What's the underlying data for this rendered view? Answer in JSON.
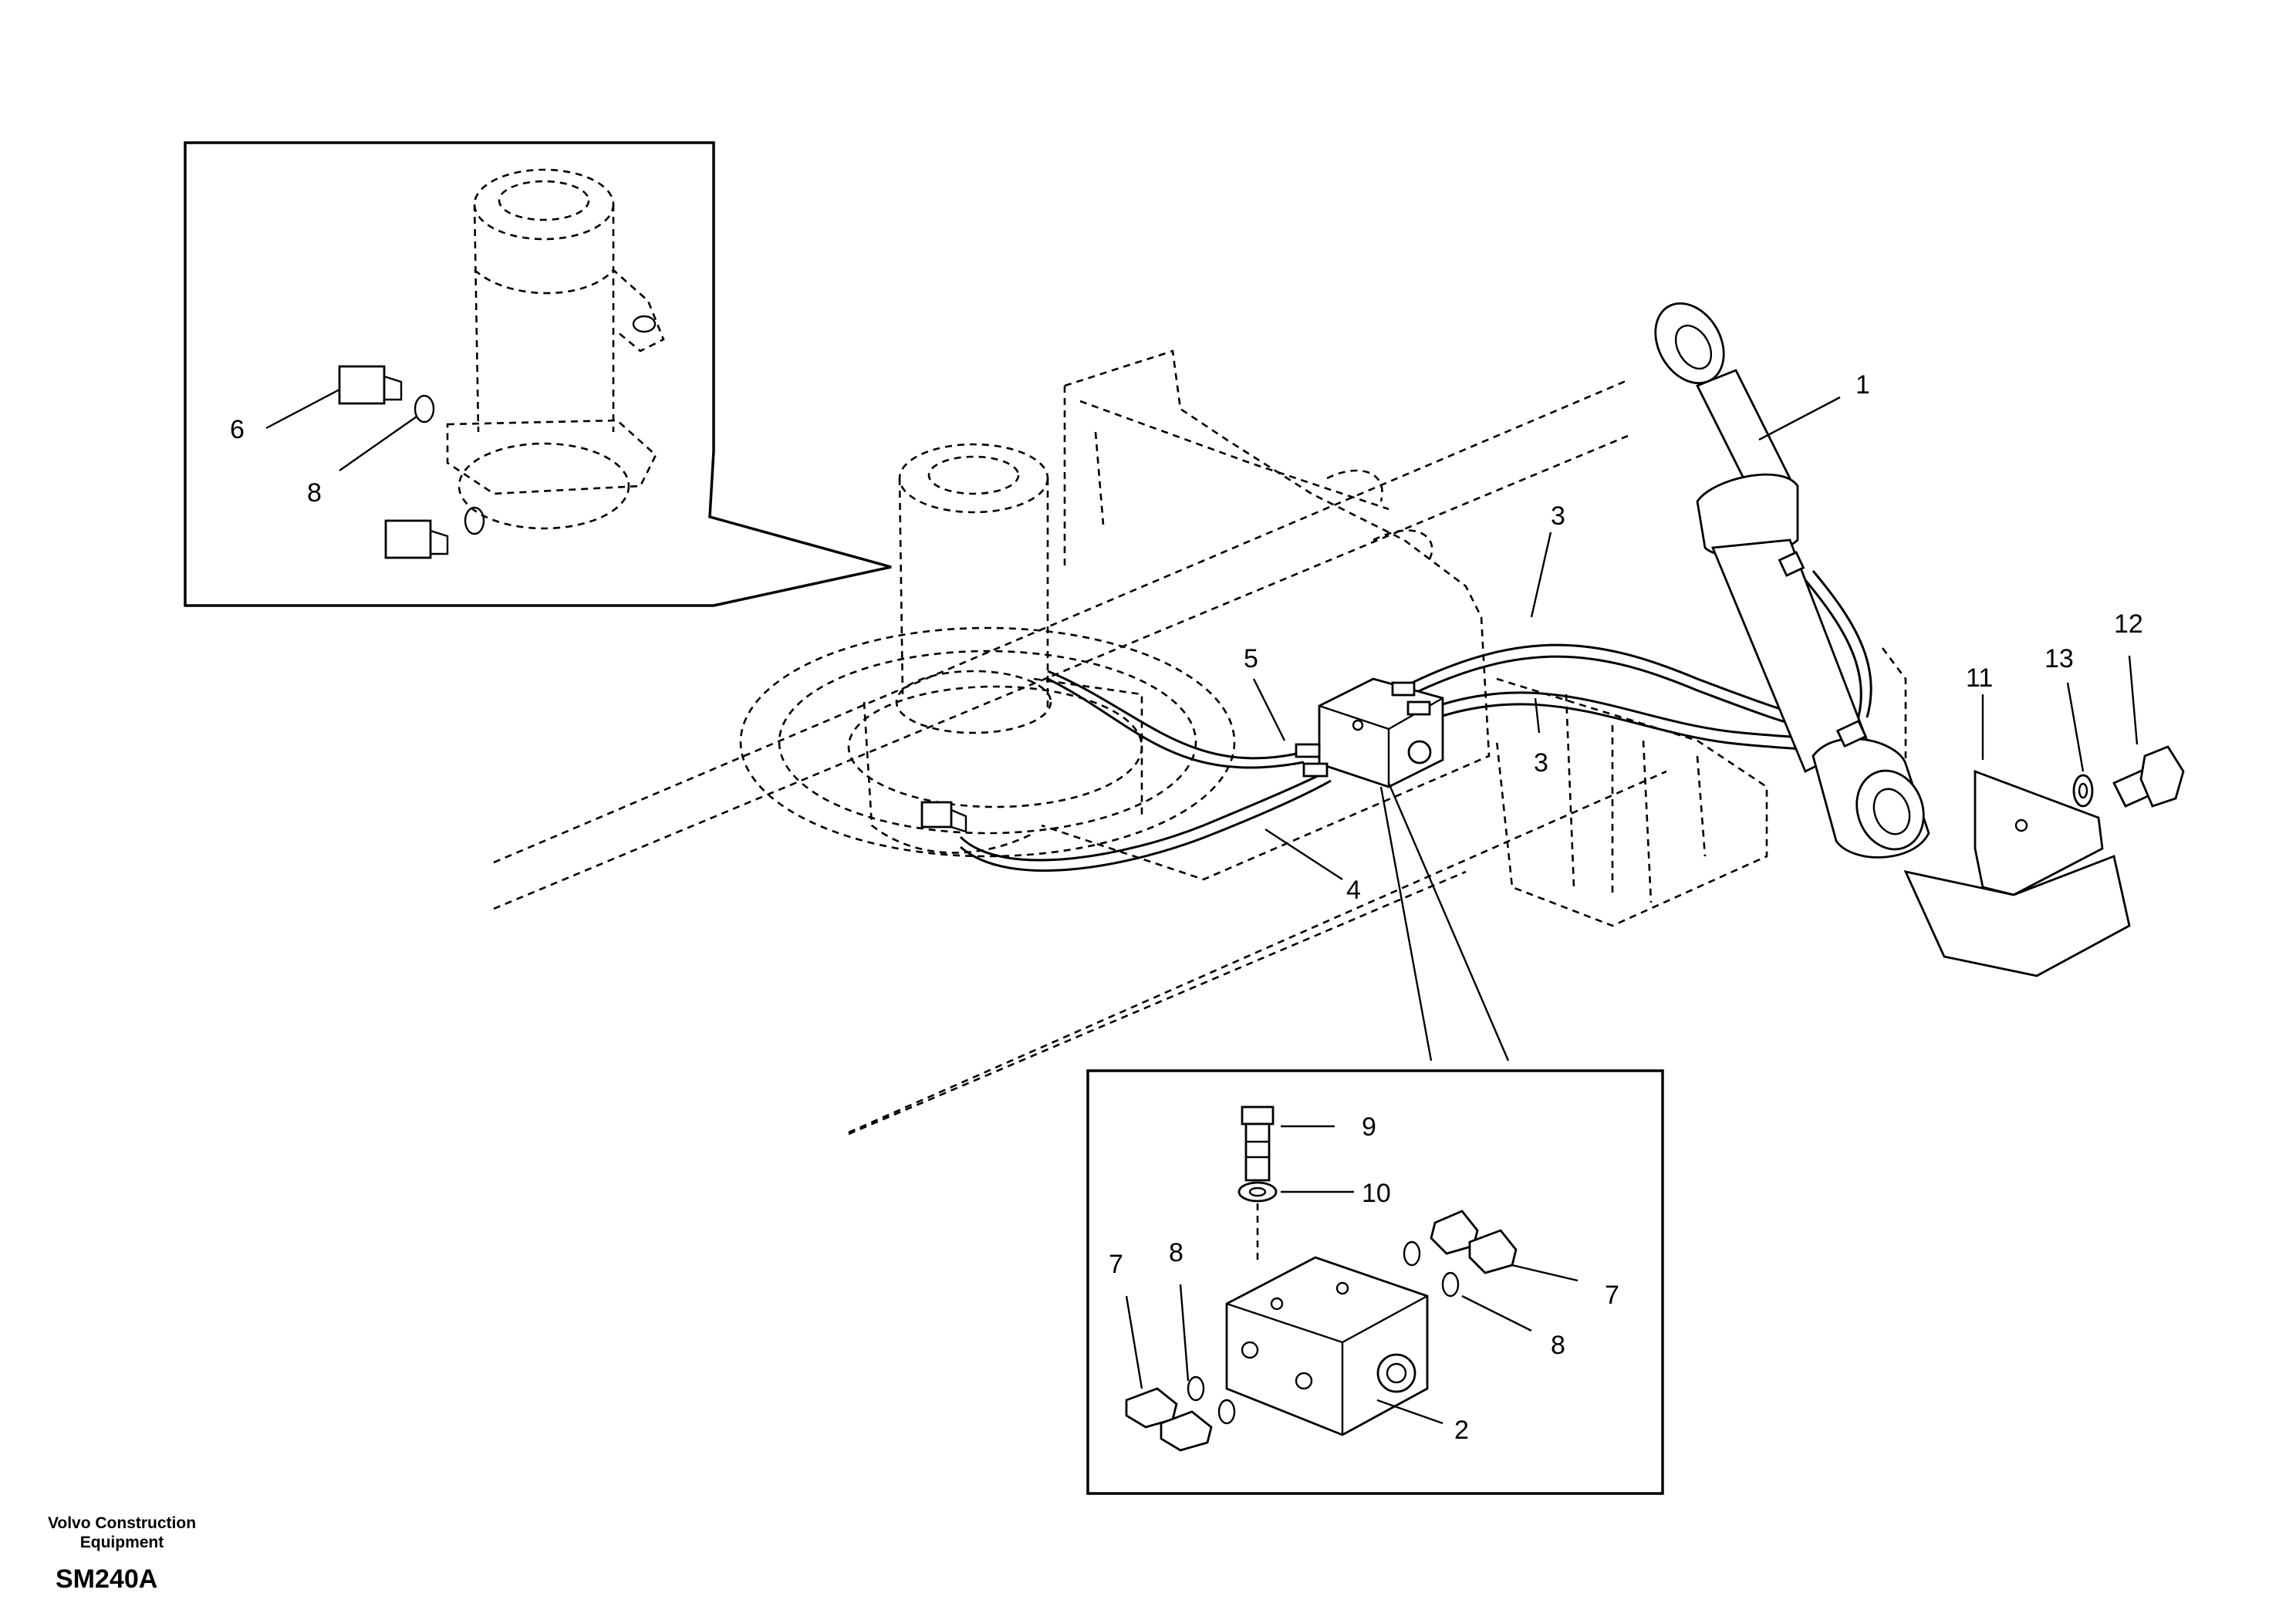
{
  "footer": {
    "company_line1": "Volvo Construction",
    "company_line2": "Equipment",
    "drawing_code": "SM240A"
  },
  "callouts": {
    "main": [
      {
        "id": "c1",
        "text": "1"
      },
      {
        "id": "c3a",
        "text": "3"
      },
      {
        "id": "c3b",
        "text": "3"
      },
      {
        "id": "c4",
        "text": "4"
      },
      {
        "id": "c5",
        "text": "5"
      },
      {
        "id": "c11",
        "text": "11"
      },
      {
        "id": "c12",
        "text": "12"
      },
      {
        "id": "c13",
        "text": "13"
      }
    ],
    "inset_top": [
      {
        "id": "c6",
        "text": "6"
      },
      {
        "id": "c8a",
        "text": "8"
      }
    ],
    "inset_bottom": [
      {
        "id": "c9",
        "text": "9"
      },
      {
        "id": "c10",
        "text": "10"
      },
      {
        "id": "c7a",
        "text": "7"
      },
      {
        "id": "c8b",
        "text": "8"
      },
      {
        "id": "c7b",
        "text": "7"
      },
      {
        "id": "c8c",
        "text": "8"
      },
      {
        "id": "c2",
        "text": "2"
      }
    ]
  }
}
